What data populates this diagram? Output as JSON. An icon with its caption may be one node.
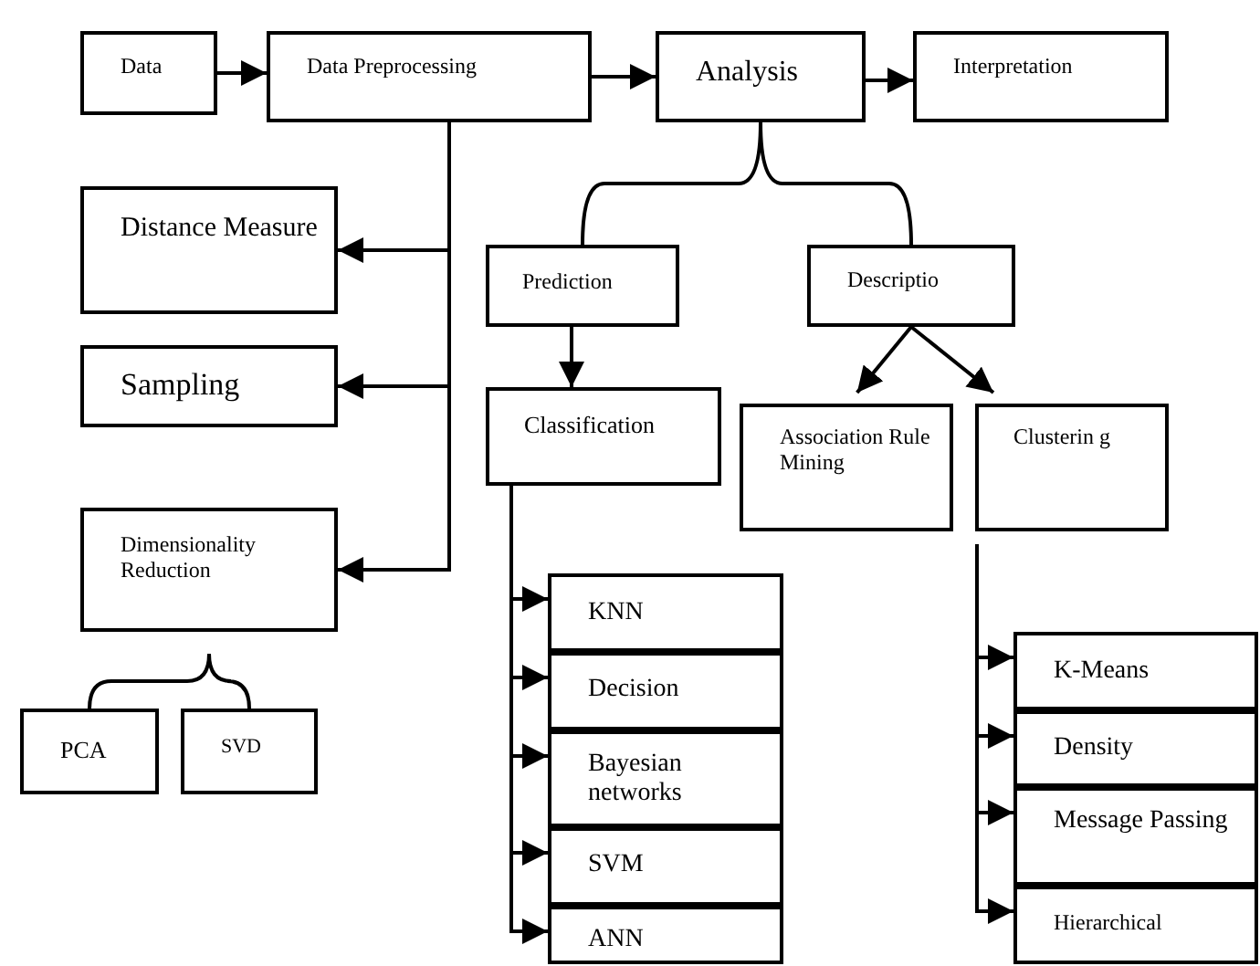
{
  "diagram": {
    "nodes": [
      {
        "text": [
          "Data"
        ]
      },
      {
        "text": [
          "Data Preprocessing"
        ]
      },
      {
        "text": [
          "Analysis"
        ]
      },
      {
        "text": [
          "Interpretation"
        ]
      },
      {
        "text": [
          "Distance Measure"
        ]
      },
      {
        "text": [
          "Sampling"
        ]
      },
      {
        "text": [
          "Dimensionality Reduction"
        ]
      },
      {
        "text": [
          "PCA"
        ]
      },
      {
        "text": [
          "SVD"
        ]
      },
      {
        "text": [
          "Prediction"
        ]
      },
      {
        "text": [
          "Descriptio"
        ]
      },
      {
        "text": [
          "Classification"
        ]
      },
      {
        "text": [
          "Association Rule Mining"
        ]
      },
      {
        "text": [
          "Clusterin g"
        ]
      },
      {
        "text": [
          "KNN"
        ]
      },
      {
        "text": [
          "Decision"
        ]
      },
      {
        "text": [
          "Bayesian networks"
        ]
      },
      {
        "text": [
          "SVM"
        ]
      },
      {
        "text": [
          "ANN"
        ]
      },
      {
        "text": [
          "K-Means"
        ]
      },
      {
        "text": [
          "Density"
        ]
      },
      {
        "text": [
          "Message Passing"
        ]
      },
      {
        "text": [
          "Hierarchical"
        ]
      }
    ],
    "edges": [
      {
        "from": 0,
        "to": 1,
        "arrow": "to"
      },
      {
        "from": 1,
        "to": 2,
        "arrow": "to"
      },
      {
        "from": 2,
        "to": 3,
        "arrow": "to"
      },
      {
        "from": 1,
        "to": 4,
        "arrow": "to"
      },
      {
        "from": 1,
        "to": 5,
        "arrow": "to"
      },
      {
        "from": 1,
        "to": 6,
        "arrow": "to"
      },
      {
        "from": 6,
        "to": 7,
        "arrow": "none"
      },
      {
        "from": 6,
        "to": 8,
        "arrow": "none"
      },
      {
        "from": 2,
        "to": 9,
        "arrow": "none"
      },
      {
        "from": 2,
        "to": 10,
        "arrow": "none"
      },
      {
        "from": 9,
        "to": 11,
        "arrow": "to"
      },
      {
        "from": 10,
        "to": 12,
        "arrow": "to"
      },
      {
        "from": 10,
        "to": 13,
        "arrow": "to"
      },
      {
        "from": 11,
        "to": 14,
        "arrow": "to"
      },
      {
        "from": 11,
        "to": 15,
        "arrow": "to"
      },
      {
        "from": 11,
        "to": 16,
        "arrow": "to"
      },
      {
        "from": 11,
        "to": 17,
        "arrow": "to"
      },
      {
        "from": 11,
        "to": 18,
        "arrow": "to"
      },
      {
        "from": 13,
        "to": 19,
        "arrow": "to"
      },
      {
        "from": 13,
        "to": 20,
        "arrow": "to"
      },
      {
        "from": 13,
        "to": 21,
        "arrow": "to"
      },
      {
        "from": 13,
        "to": 22,
        "arrow": "to"
      }
    ]
  }
}
